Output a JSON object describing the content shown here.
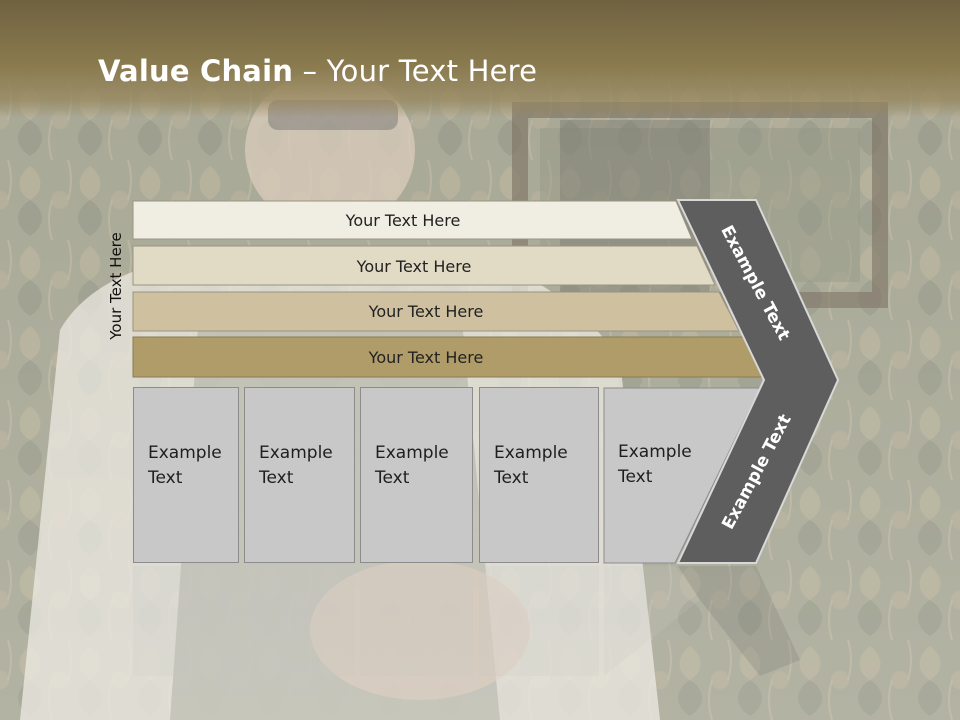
{
  "slide": {
    "title_bold": "Value Chain",
    "title_rest": " – Your Text Here",
    "vertical_label": "Your Text Here",
    "rows": [
      {
        "label": "Your Text Here"
      },
      {
        "label": "Your Text Here"
      },
      {
        "label": "Your Text Here"
      },
      {
        "label": "Your Text Here"
      }
    ],
    "boxes": [
      {
        "line1": "Example",
        "line2": "Text"
      },
      {
        "line1": "Example",
        "line2": "Text"
      },
      {
        "line1": "Example",
        "line2": "Text"
      },
      {
        "line1": "Example",
        "line2": "Text"
      },
      {
        "line1": "Example",
        "line2": "Text"
      }
    ],
    "arrow_upper_label": "Example Text",
    "arrow_lower_label": "Example Text"
  },
  "colors": {
    "header": "#7d6f47",
    "row_1": "#f0ede3",
    "row_2": "#e1dac5",
    "row_3": "#cfc1a0",
    "row_4": "#b09c68",
    "boxes": "#c8c8c8",
    "arrow": "#5e5e5e"
  }
}
